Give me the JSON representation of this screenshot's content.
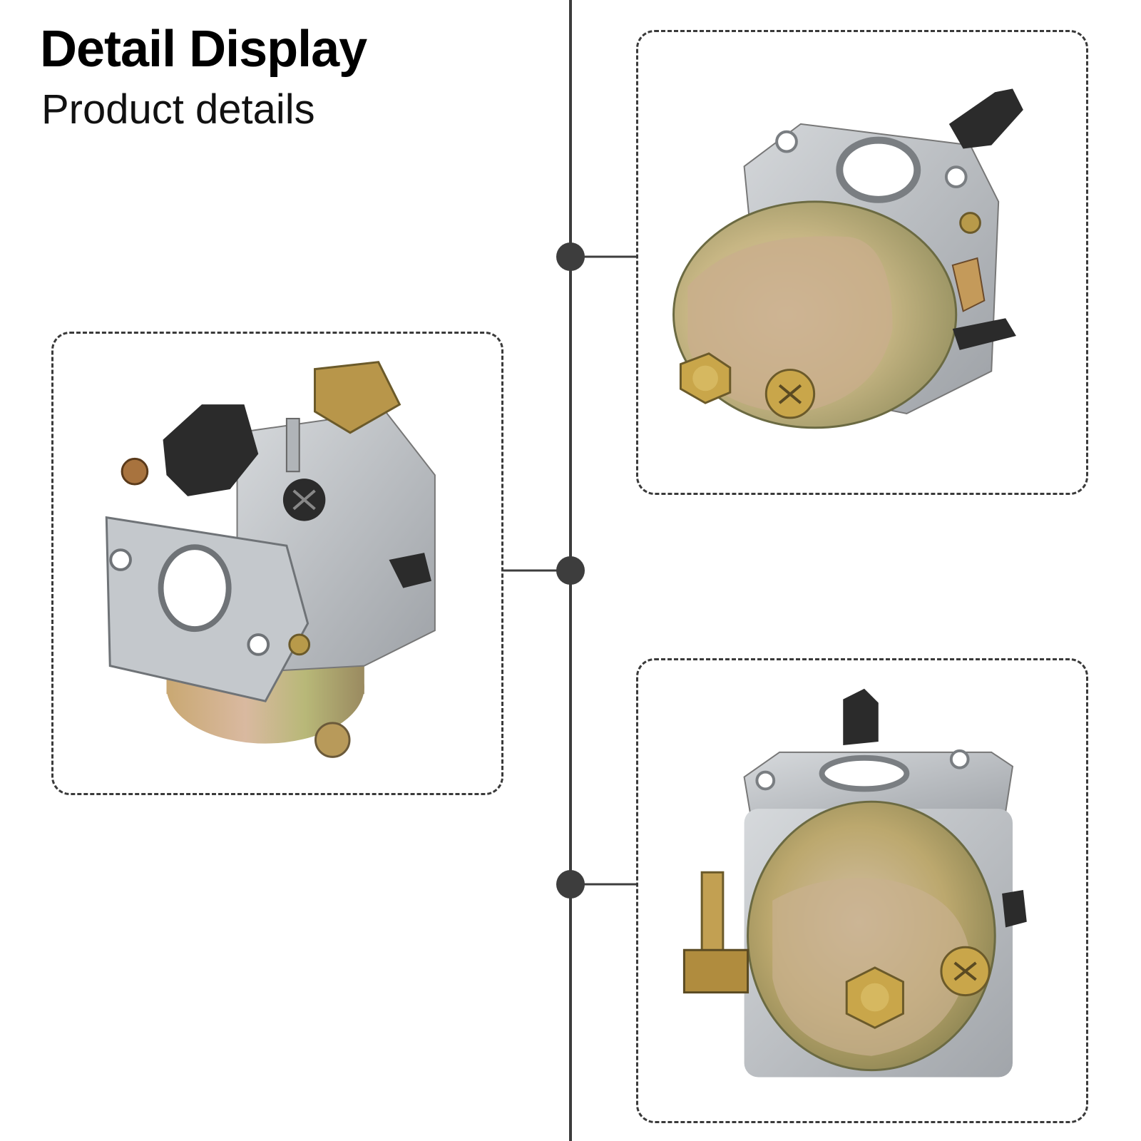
{
  "header": {
    "title": "Detail Display",
    "subtitle": "Product details"
  },
  "colors": {
    "timeline": "#3d3d3d",
    "panel_border": "#3a3a3a",
    "metal_silver": "#b9bdc2",
    "bowl_bronze": "#c9a872",
    "plastic_black": "#2b2b2b"
  },
  "panels": [
    {
      "view": "carburetor-front-angle-view"
    },
    {
      "view": "carburetor-bowl-side-view"
    },
    {
      "view": "carburetor-bowl-bottom-view"
    }
  ]
}
